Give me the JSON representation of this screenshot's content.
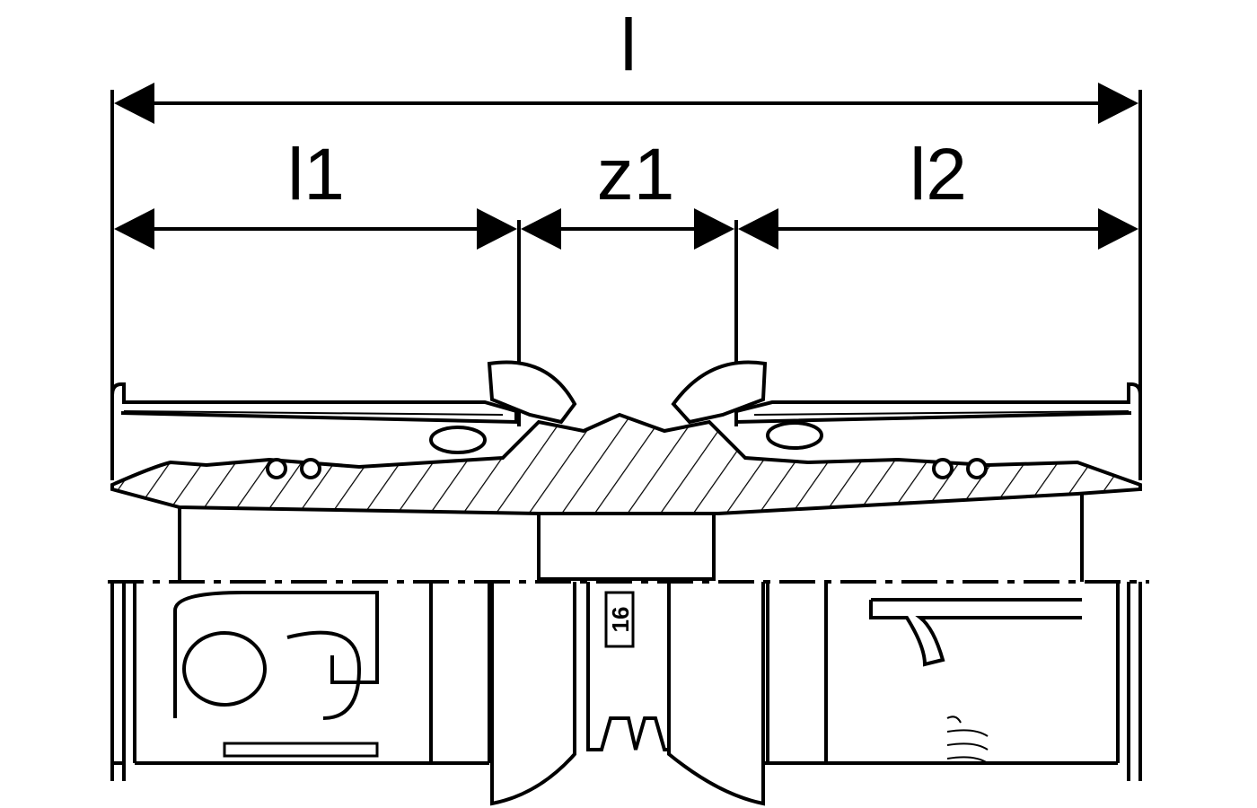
{
  "dimensions": {
    "overall_label": "l",
    "left_label": "l1",
    "middle_label": "z1",
    "right_label": "l2"
  },
  "part_marking": "16",
  "colors": {
    "line": "#000000",
    "background": "#ffffff"
  }
}
